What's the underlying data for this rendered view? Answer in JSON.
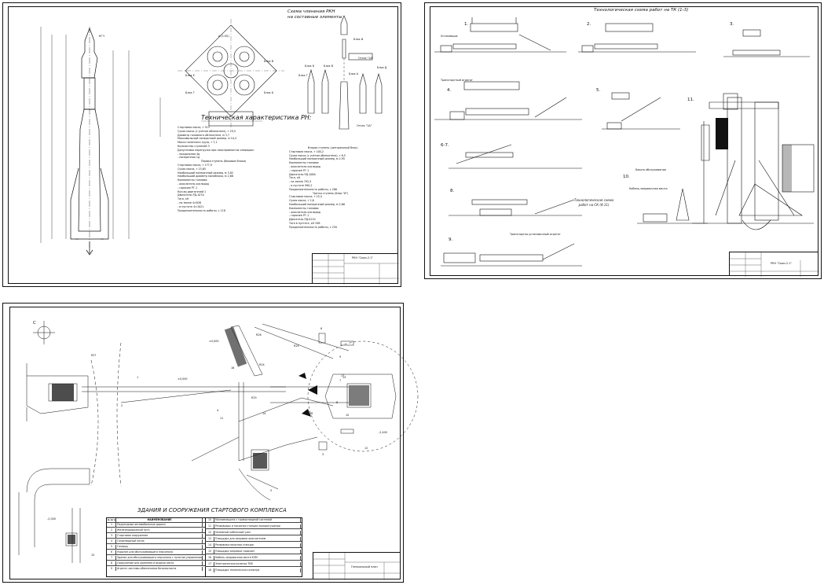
{
  "sheet1": {
    "scheme_title": "Схема членения РКН\nна составные элементы",
    "view_a": "А (1:50)",
    "rocket_label": "КГЧ",
    "block_labels": [
      "Блок И",
      "Блок А",
      "Блок Б",
      "Блок В",
      "Блок Г",
      "Блок Д",
      "Блок Е",
      "Блок В",
      "Блок Г",
      "Блок Б"
    ],
    "compartment_labels": [
      "Отсек \"1А\"",
      "Отсек \"1А\""
    ],
    "spec_title": "Техническая характеристика РН:",
    "left_spec": [
      "Стартовая масса, т  313",
      "Сухая масса (с учётом облекателя), т  29,5",
      "Диаметр головного обтекателя, м  3,7",
      "Максимальный поперечный размер, м  10,3",
      "Масса полезного груза, т  7,1",
      "Количество ступеней  3",
      "Допустимая перегрузка при неисправностях операции:",
      " - продольная  4g",
      " - поперечная  1g",
      "",
      "Первая ступень (боковые блоки)",
      "",
      "Стартовая масса, т  177,9",
      "Сухая масса, т  15,65",
      "Наибольший поперечный размер, м  3,82",
      "Наибольший диаметр моноблока, м  2,68",
      "Компоненты топлива:",
      " - окислитель  кислород",
      " - горючее  РГ-1",
      "Кол-во двигателей  1",
      "Двигатель  РД-107А",
      "Тяга, кН",
      " - на земле  4×838",
      " - в пустоте  4×1021",
      "Продолжительность работы, с  118"
    ],
    "right_spec": [
      "Вторая ступень (центральный блок)",
      "",
      "Стартовая масса, т  100,2",
      "Сухая масса (с учётом облекателя), т  6,5",
      "Наибольший поперечный размер, м  2,95",
      "Компоненты топлива:",
      " - окислитель  кислород",
      " - горючее  РГ-1",
      "Двигатель  РД-108А",
      "Тяга, кН",
      " - на земле  792,5",
      " - в пустоте  990,2",
      "Продолжительность работы, с  286",
      "",
      "Третья ступень (блок \"И\")",
      "",
      "Стартовая масса, т  25,4",
      "Сухая масса, т  2,6",
      "Наибольший поперечный размер, м  2,66",
      "Компоненты топлива:",
      " - окислитель  кислород",
      " - горючее  РГ-1",
      "Двигатель  РД-0110",
      "Тяга в пустоте, кН  298",
      "Продолжительность работы, с  250"
    ],
    "stamp_title": "РКН \"Союз-2.1\""
  },
  "sheet2": {
    "title": "Технологическая схема работ на ТК (1-3)",
    "steps": [
      "1.",
      "2.",
      "3.",
      "4.",
      "5.",
      "6-7.",
      "8.",
      "9.",
      "10.",
      "11."
    ],
    "sk_title": "Технологическая схема\nработ на СК (4-11)",
    "labels": [
      "Установщик",
      "Транспортный агрегат",
      "Транспортно-установочный агрегат",
      "Кабель-заправочная мачта",
      "Башня обслуживания"
    ],
    "stamp_title": "РКН \"Союз-2.1\""
  },
  "sheet3": {
    "compass": "С",
    "site_labels": [
      "1",
      "2",
      "3",
      "4",
      "5",
      "6",
      "7",
      "8",
      "9",
      "10",
      "11",
      "12",
      "13",
      "14",
      "15",
      "16",
      "17",
      "18"
    ],
    "elevations": [
      "±0,000",
      "±0,000",
      "-2,400",
      "-2,000"
    ],
    "road_labels": [
      "R2?",
      "R26",
      "R24",
      "R24",
      "R25"
    ],
    "table_title": "ЗДАНИЯ И СООРУЖЕНИЯ СТАРТОВОГО КОМПЛЕКСА",
    "table_header": [
      "№ по плану",
      "НАИМЕНОВАНИЕ",
      "",
      "",
      "",
      ""
    ],
    "table_left": [
      {
        "n": "1",
        "name": "Подъездные автомобильные дороги"
      },
      {
        "n": "2",
        "name": "Железнодорожный путь"
      },
      {
        "n": "3",
        "name": "Стартовое сооружение"
      },
      {
        "n": "4",
        "name": "Газоотводный лоток"
      },
      {
        "n": "5",
        "name": "Газоход"
      },
      {
        "n": "6",
        "name": "Укрытие для обслуживающего персонала"
      },
      {
        "n": "7",
        "name": "Здание для обслуживающего персонала с пунктом управления"
      },
      {
        "n": "8",
        "name": "Сооружение для хранения и выдачи азота"
      },
      {
        "n": "9",
        "name": "Агрегат системы обеспечения безопасности"
      }
    ],
    "table_right": [
      {
        "n": "10",
        "name": "Молниезащита с громоотводной системой"
      },
      {
        "n": "11",
        "name": "Резервуары и насосная станция пожаротушения"
      },
      {
        "n": "12",
        "name": "Наземный кабельный узел"
      },
      {
        "n": "13",
        "name": "Площадка для заправки окислителем"
      },
      {
        "n": "14",
        "name": "Резервная насосная станция"
      },
      {
        "n": "15",
        "name": "Площадка заправки горючим"
      },
      {
        "n": "16",
        "name": "Кабель-заправочная мачта КЗМ"
      },
      {
        "n": "17",
        "name": "Электрическая колонка ТКВ"
      },
      {
        "n": "18",
        "name": "Площадка технического осмотра"
      }
    ],
    "stamp_title": "Генеральный план"
  }
}
